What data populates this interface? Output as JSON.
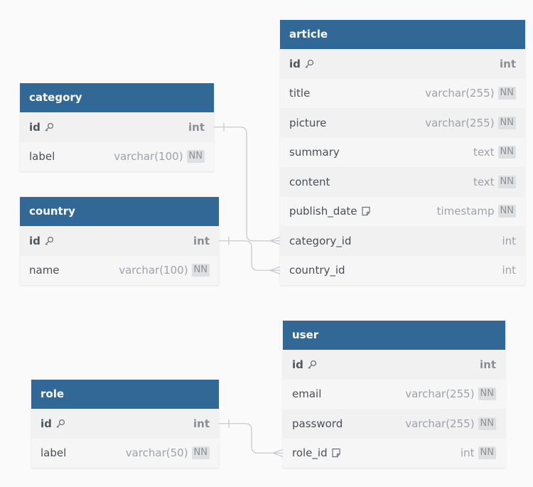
{
  "tables": {
    "article": {
      "name": "article",
      "columns": [
        {
          "name": "id",
          "type": "int",
          "pk": true,
          "nn": false,
          "icon": "key-icon"
        },
        {
          "name": "title",
          "type": "varchar(255)",
          "pk": false,
          "nn": true,
          "icon": null
        },
        {
          "name": "picture",
          "type": "varchar(255)",
          "pk": false,
          "nn": true,
          "icon": null
        },
        {
          "name": "summary",
          "type": "text",
          "pk": false,
          "nn": true,
          "icon": null
        },
        {
          "name": "content",
          "type": "text",
          "pk": false,
          "nn": true,
          "icon": null
        },
        {
          "name": "publish_date",
          "type": "timestamp",
          "pk": false,
          "nn": true,
          "icon": "note-icon"
        },
        {
          "name": "category_id",
          "type": "int",
          "pk": false,
          "nn": false,
          "icon": null
        },
        {
          "name": "country_id",
          "type": "int",
          "pk": false,
          "nn": false,
          "icon": null
        }
      ]
    },
    "category": {
      "name": "category",
      "columns": [
        {
          "name": "id",
          "type": "int",
          "pk": true,
          "nn": false,
          "icon": "key-icon"
        },
        {
          "name": "label",
          "type": "varchar(100)",
          "pk": false,
          "nn": true,
          "icon": null
        }
      ]
    },
    "country": {
      "name": "country",
      "columns": [
        {
          "name": "id",
          "type": "int",
          "pk": true,
          "nn": false,
          "icon": "key-icon"
        },
        {
          "name": "name",
          "type": "varchar(100)",
          "pk": false,
          "nn": true,
          "icon": null
        }
      ]
    },
    "user": {
      "name": "user",
      "columns": [
        {
          "name": "id",
          "type": "int",
          "pk": true,
          "nn": false,
          "icon": "key-icon"
        },
        {
          "name": "email",
          "type": "varchar(255)",
          "pk": false,
          "nn": true,
          "icon": null
        },
        {
          "name": "password",
          "type": "varchar(255)",
          "pk": false,
          "nn": true,
          "icon": null
        },
        {
          "name": "role_id",
          "type": "int",
          "pk": false,
          "nn": true,
          "icon": "note-icon"
        }
      ]
    },
    "role": {
      "name": "role",
      "columns": [
        {
          "name": "id",
          "type": "int",
          "pk": true,
          "nn": false,
          "icon": "key-icon"
        },
        {
          "name": "label",
          "type": "varchar(50)",
          "pk": false,
          "nn": true,
          "icon": null
        }
      ]
    }
  },
  "nn_label": "NN",
  "relations": [
    {
      "from": "category.id",
      "to": "article.category_id"
    },
    {
      "from": "country.id",
      "to": "article.country_id"
    },
    {
      "from": "role.id",
      "to": "user.role_id"
    }
  ],
  "colors": {
    "header": "#316896",
    "connector": "#c8cacd"
  }
}
